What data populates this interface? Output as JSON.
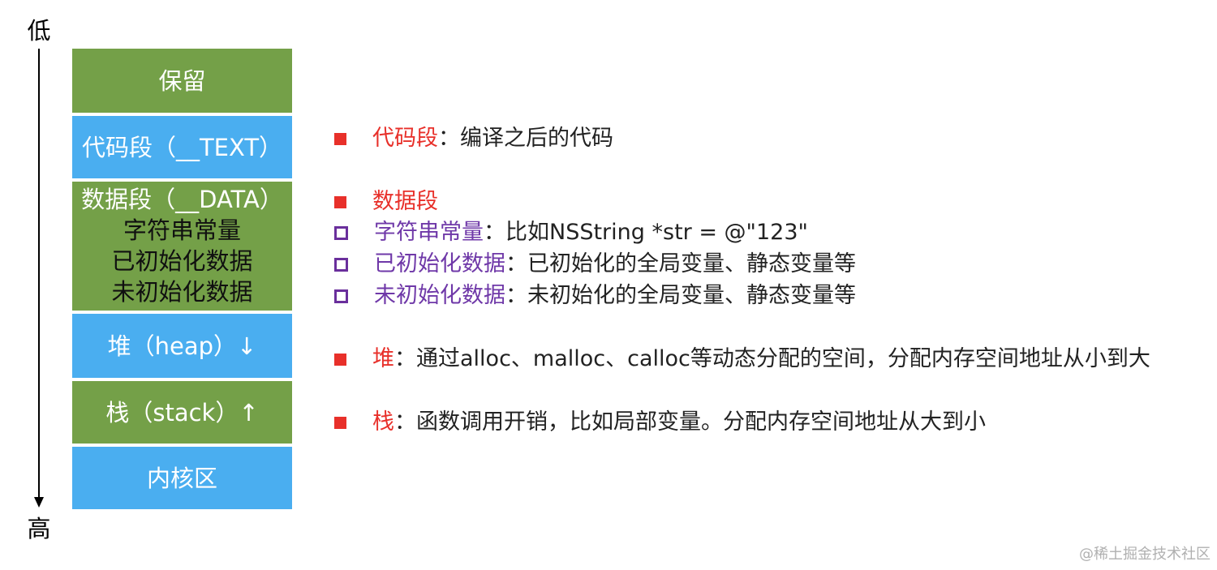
{
  "axis": {
    "low_label": "低",
    "high_label": "高"
  },
  "segments": {
    "reserved": {
      "label": "保留",
      "color": "#74a048"
    },
    "text": {
      "label": "代码段（__TEXT）",
      "color": "#4aaef0"
    },
    "data": {
      "label": "数据段（__DATA）",
      "sub_items": [
        "字符串常量",
        "已初始化数据",
        "未初始化数据"
      ],
      "color": "#74a048"
    },
    "heap": {
      "label": "堆（heap）↓",
      "color": "#4aaef0"
    },
    "stack": {
      "label": "栈（stack）↑",
      "color": "#74a048"
    },
    "kernel": {
      "label": "内核区",
      "color": "#4aaef0"
    }
  },
  "legend": {
    "text": {
      "term": "代码段",
      "desc": "：编译之后的代码"
    },
    "data": {
      "term": "数据段",
      "desc": ""
    },
    "strings": {
      "term": "字符串常量",
      "desc": "：比如NSString *str = @\"123\""
    },
    "init": {
      "term": "已初始化数据",
      "desc": "：已初始化的全局变量、静态变量等"
    },
    "uninit": {
      "term": "未初始化数据",
      "desc": "：未初始化的全局变量、静态变量等"
    },
    "heap": {
      "term": "堆",
      "desc": "：通过alloc、malloc、calloc等动态分配的空间，分配内存空间地址从小到大"
    },
    "stack": {
      "term": "栈",
      "desc": "：函数调用开销，比如局部变量。分配内存空间地址从大到小"
    }
  },
  "colors": {
    "term_red": "#e8302a",
    "term_purple": "#6f38a8"
  },
  "watermark": "@稀土掘金技术社区"
}
